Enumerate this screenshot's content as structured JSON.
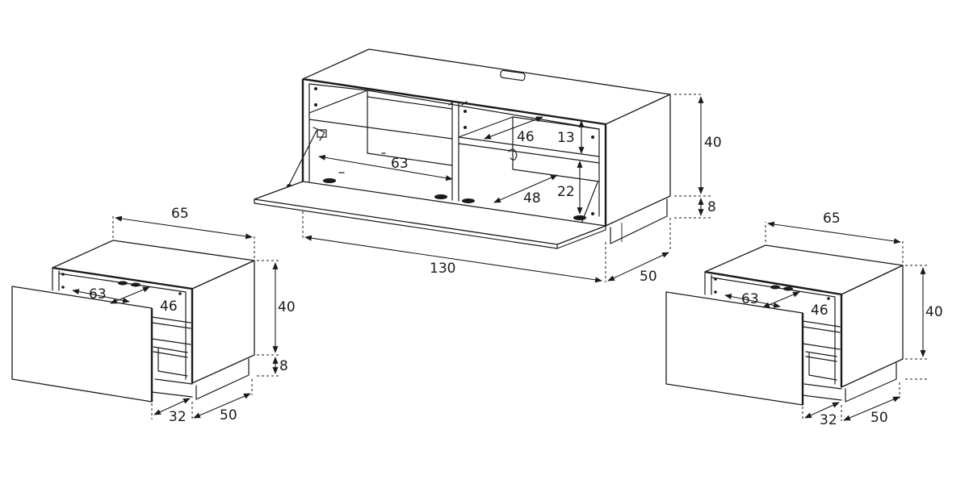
{
  "colors": {
    "line": "#1a1a1a",
    "background": "#ffffff"
  },
  "tv_unit": {
    "width": "130",
    "height": "40",
    "base": "8",
    "depth": "50",
    "shelf_width": "63",
    "shelf_depth": "46",
    "upper_gap": "13",
    "lower_depth": "48",
    "lower_gap": "22"
  },
  "left_unit": {
    "width": "65",
    "height": "40",
    "base": "8",
    "depth": "50",
    "drawer_depth": "32",
    "inner_width": "63",
    "inner_depth": "46"
  },
  "right_unit": {
    "width": "65",
    "height": "40",
    "depth": "50",
    "drawer_depth": "32",
    "inner_width": "63",
    "inner_depth": "46"
  }
}
